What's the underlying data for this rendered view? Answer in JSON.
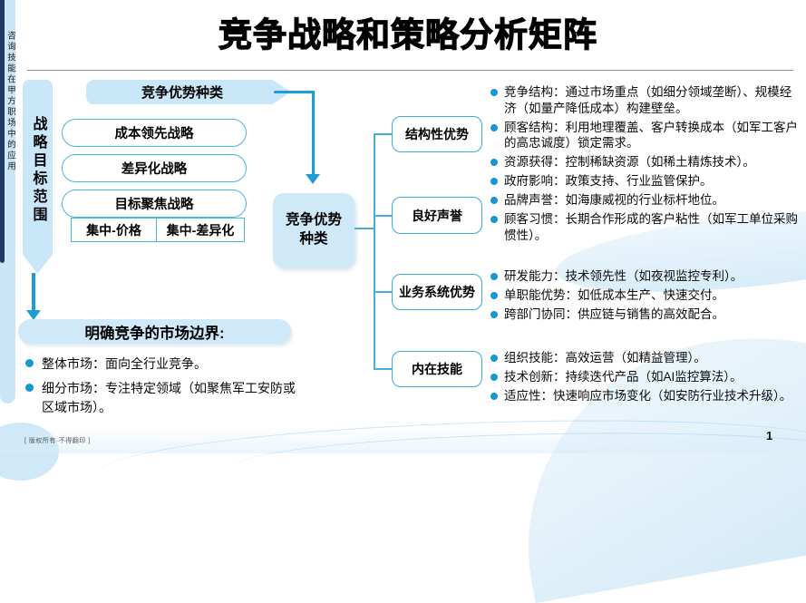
{
  "slide": {
    "title": "竞争战略和策略分析矩阵",
    "sidebar_vertical_text": "咨询技能在甲方职场中的应用",
    "footer_note": "[ 版权所有·不得翻印 ]",
    "page_number": "1"
  },
  "left_panel": {
    "row_label": "战略目标范围",
    "column_header": "竞争优势种类",
    "strategies": [
      "成本领先战略",
      "差异化战略",
      "目标聚焦战略"
    ],
    "focus_variants": [
      "集中-价格",
      "集中-差异化"
    ]
  },
  "center_node": {
    "label": "竞争优势种类"
  },
  "branches": [
    {
      "label": "结构性优势",
      "bullets": [
        "竞争结构：通过市场重点（如细分领域垄断）、规模经济（如量产降低成本）构建壁垒。",
        "顾客结构：利用地理覆盖、客户转换成本（如军工客户的高忠诚度）锁定需求。",
        "资源获得：控制稀缺资源（如稀土精炼技术）。",
        "政府影响：政策支持、行业监管保护。"
      ]
    },
    {
      "label": "良好声誉",
      "bullets": [
        "品牌声誉：如海康威视的行业标杆地位。",
        "顾客习惯：长期合作形成的客户粘性（如军工单位采购惯性）。"
      ]
    },
    {
      "label": "业务系统优势",
      "bullets": [
        "研发能力：技术领先性（如夜视监控专利）。",
        "单职能优势：如低成本生产、快速交付。",
        "跨部门协同：供应链与销售的高效配合。"
      ]
    },
    {
      "label": "内在技能",
      "bullets": [
        "组织技能：高效运营（如精益管理）。",
        "技术创新：持续迭代产品（如AI监控算法）。",
        "适应性：快速响应市场变化（如安防行业技术升级）。"
      ]
    }
  ],
  "market_boundary": {
    "header": "明确竞争的市场边界:",
    "bullets": [
      "整体市场：面向全行业竞争。",
      "细分市场：专注特定领域（如聚焦军工安防或区域市场）。"
    ]
  },
  "colors": {
    "accent_blue": "#1e9cd7",
    "light_blue_fill": "#cfe9f9",
    "box_border_cyan": "#47b7da",
    "branch_border_blue": "#3fa9d5",
    "bullet_blue": "#1896d3",
    "navy_strip": "#1f3864"
  }
}
